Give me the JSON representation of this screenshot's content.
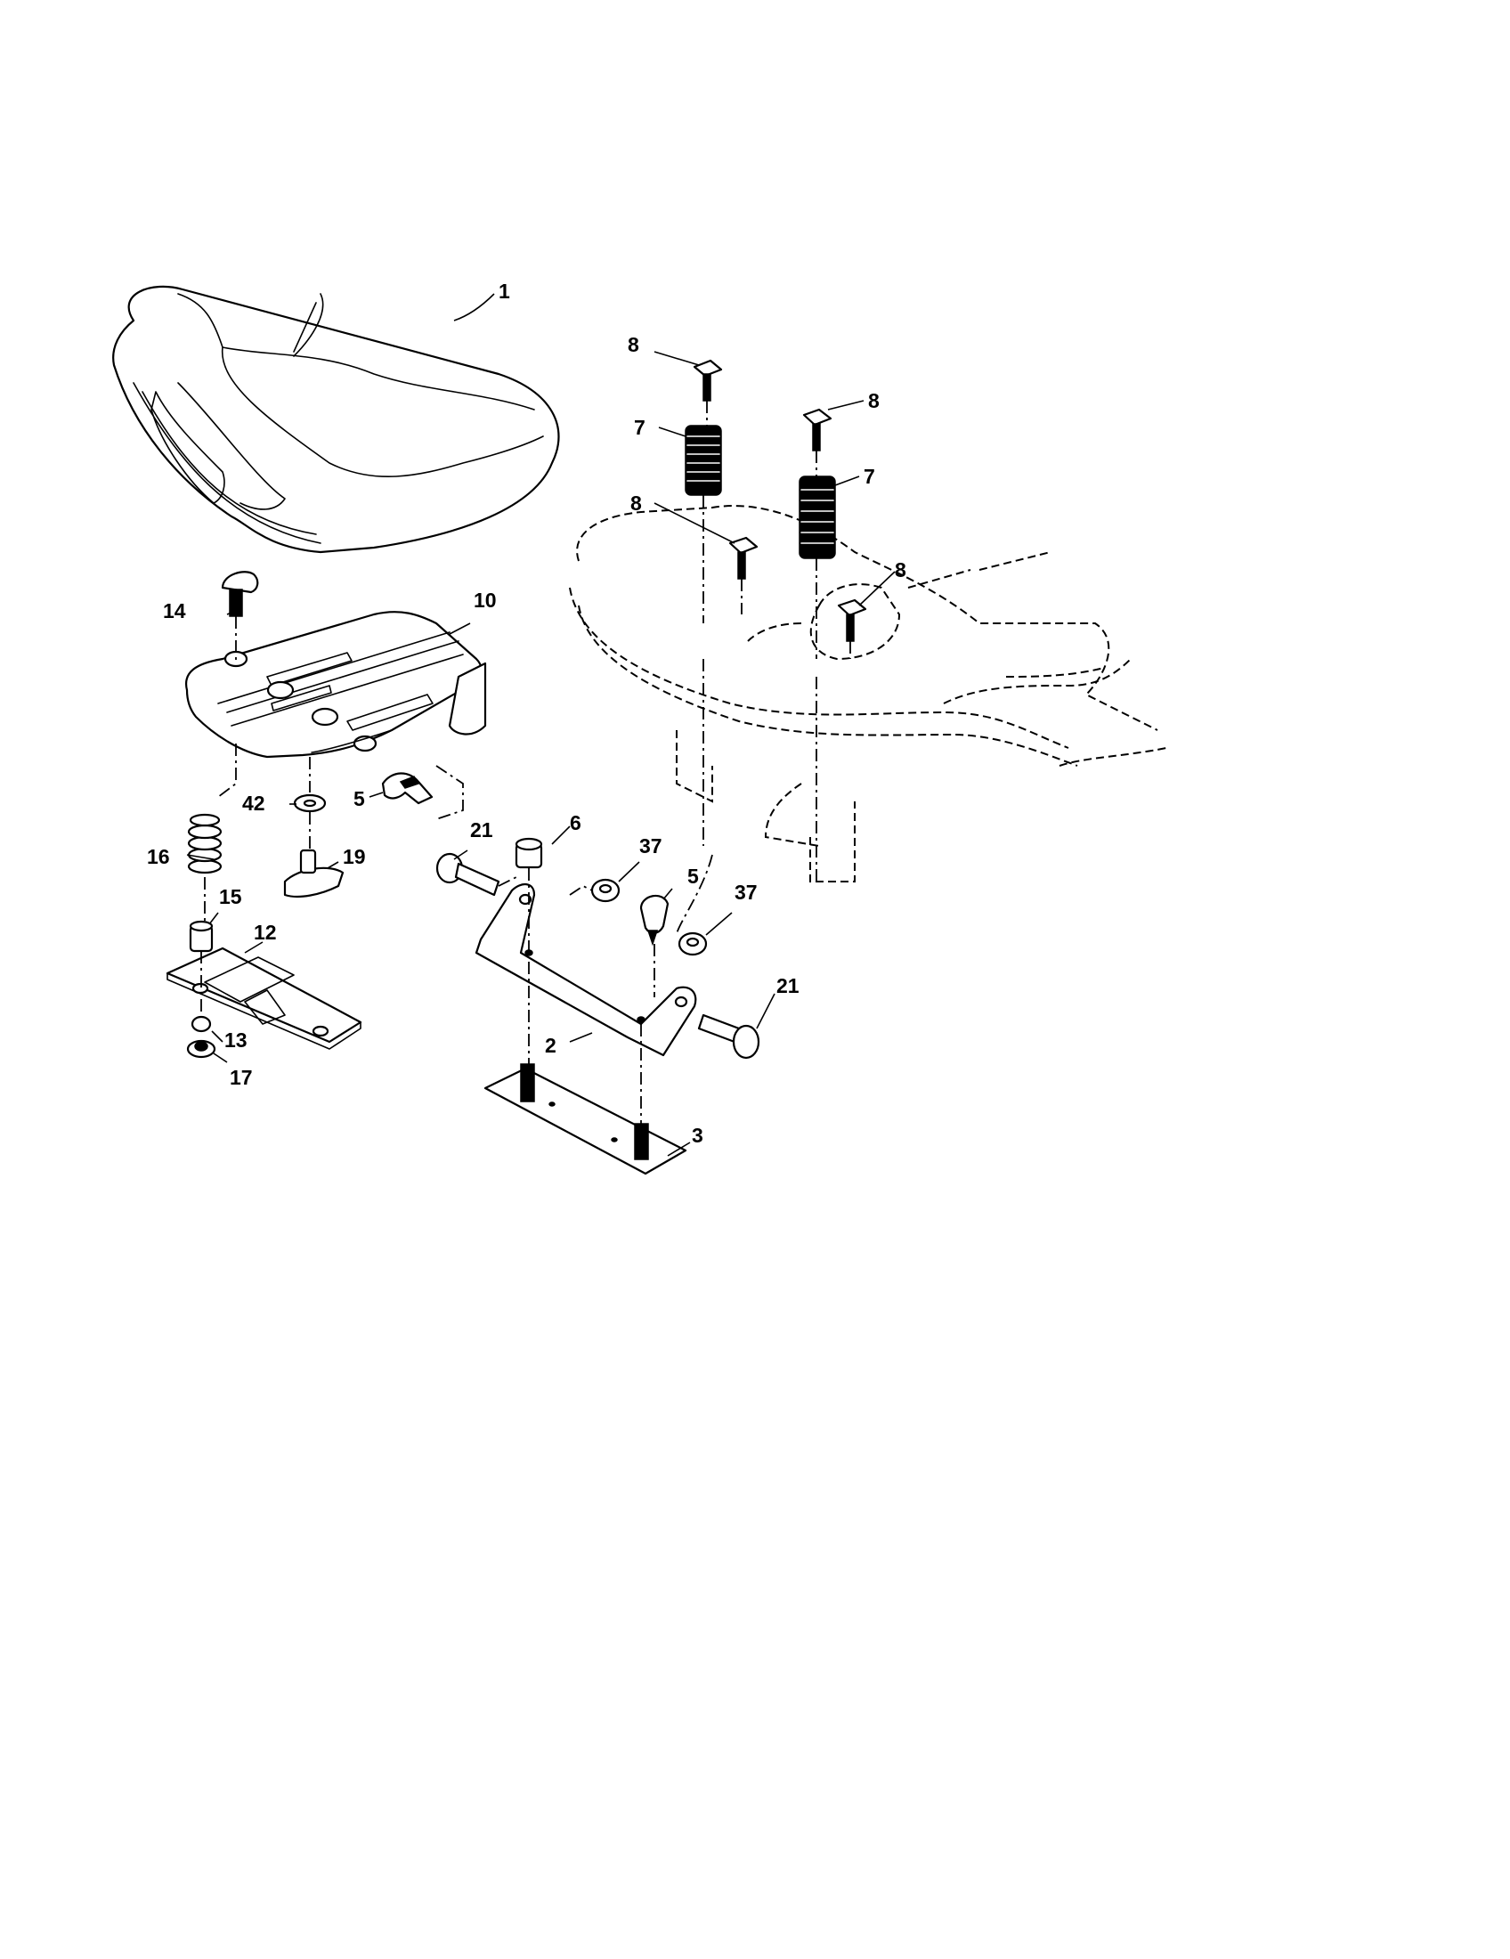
{
  "diagram": {
    "callouts": [
      {
        "id": "1",
        "text": "1"
      },
      {
        "id": "2",
        "text": "2"
      },
      {
        "id": "3",
        "text": "3"
      },
      {
        "id": "5a",
        "text": "5"
      },
      {
        "id": "5b",
        "text": "5"
      },
      {
        "id": "6",
        "text": "6"
      },
      {
        "id": "7a",
        "text": "7"
      },
      {
        "id": "7b",
        "text": "7"
      },
      {
        "id": "8a",
        "text": "8"
      },
      {
        "id": "8b",
        "text": "8"
      },
      {
        "id": "8c",
        "text": "8"
      },
      {
        "id": "8d",
        "text": "8"
      },
      {
        "id": "10",
        "text": "10"
      },
      {
        "id": "12",
        "text": "12"
      },
      {
        "id": "13",
        "text": "13"
      },
      {
        "id": "14",
        "text": "14"
      },
      {
        "id": "15",
        "text": "15"
      },
      {
        "id": "16",
        "text": "16"
      },
      {
        "id": "17",
        "text": "17"
      },
      {
        "id": "19",
        "text": "19"
      },
      {
        "id": "21a",
        "text": "21"
      },
      {
        "id": "21b",
        "text": "21"
      },
      {
        "id": "37a",
        "text": "37"
      },
      {
        "id": "37b",
        "text": "37"
      },
      {
        "id": "42",
        "text": "42"
      }
    ]
  }
}
